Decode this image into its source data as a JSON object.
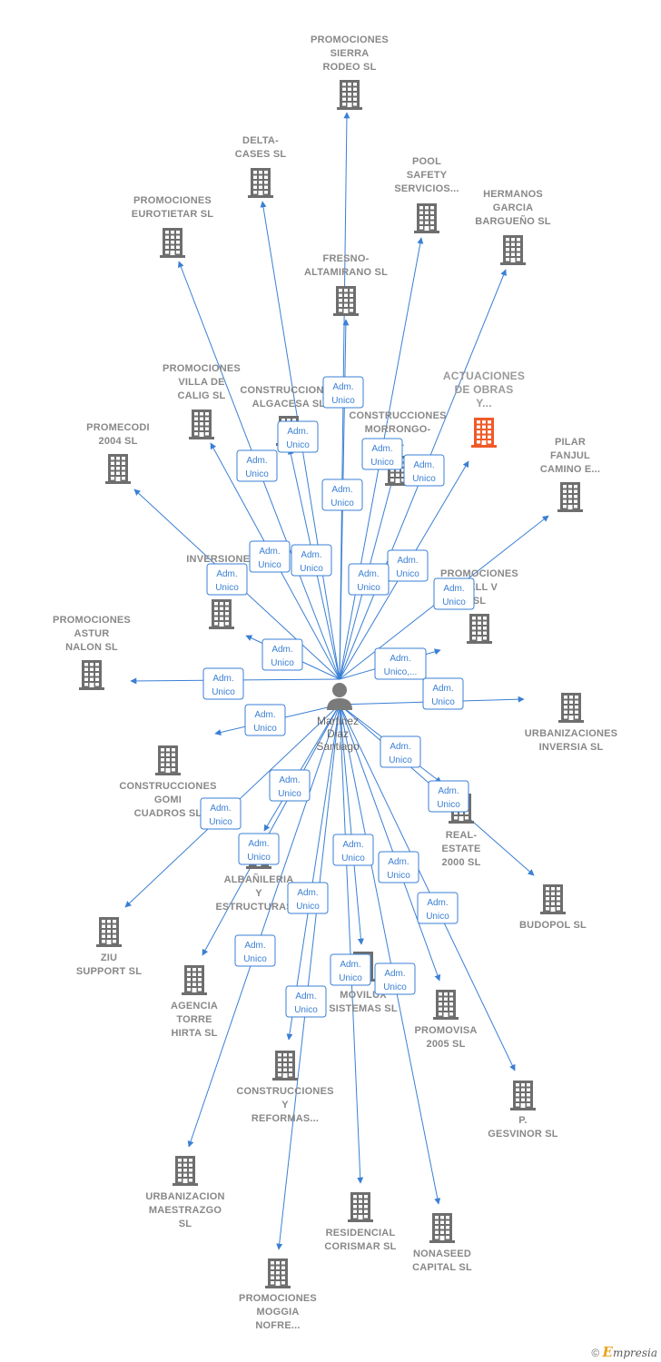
{
  "center_person": {
    "name_lines": [
      "Martinez",
      "Diaz",
      "Santiago"
    ]
  },
  "colors": {
    "edge": "#3a7fd4",
    "building": "#6e6e6e",
    "highlight": "#f05a28"
  },
  "companies": [
    {
      "id": "sierra-rodeo",
      "lines": [
        "PROMOCIONES",
        "SIERRA",
        "RODEO SL"
      ],
      "highlight": false
    },
    {
      "id": "delta-cases",
      "lines": [
        "DELTA-",
        "CASES  SL"
      ],
      "highlight": false
    },
    {
      "id": "pool-safety",
      "lines": [
        "POOL",
        "SAFETY",
        "SERVICIOS..."
      ],
      "highlight": false
    },
    {
      "id": "hermanos-garcia",
      "lines": [
        "HERMANOS",
        "GARCIA",
        "BARGUEÑO  SL"
      ],
      "highlight": false
    },
    {
      "id": "eurotietar",
      "lines": [
        "PROMOCIONES",
        "EUROTIETAR SL"
      ],
      "highlight": false
    },
    {
      "id": "fresno",
      "lines": [
        "FRESNO-",
        "ALTAMIRANO SL"
      ],
      "highlight": false
    },
    {
      "id": "villa-calig",
      "lines": [
        "PROMOCIONES",
        "VILLA DE",
        "CALIG  SL"
      ],
      "highlight": false
    },
    {
      "id": "algacesa",
      "lines": [
        "CONSTRUCCIONES",
        "ALGACESA SL"
      ],
      "highlight": false
    },
    {
      "id": "actuaciones",
      "lines": [
        "ACTUACIONES",
        "DE OBRAS",
        "Y..."
      ],
      "highlight": true
    },
    {
      "id": "morrongo",
      "lines": [
        "CONSTRUCCIONES",
        "MORRONGO-",
        "SL"
      ],
      "highlight": false
    },
    {
      "id": "promecodi",
      "lines": [
        "PROMECODI",
        "2004 SL"
      ],
      "highlight": false
    },
    {
      "id": "pilar-fanjul",
      "lines": [
        "PILAR",
        "FANJUL",
        "CAMINO E..."
      ],
      "highlight": false
    },
    {
      "id": "inversiones",
      "lines": [
        "INVERSIONES",
        "R",
        "MA..."
      ],
      "highlight": false
    },
    {
      "id": "dell-v",
      "lines": [
        "PROMOCIONES",
        "DELL V",
        "SL"
      ],
      "highlight": false
    },
    {
      "id": "astur-nalon",
      "lines": [
        "PROMOCIONES",
        "ASTUR",
        "NALON SL"
      ],
      "highlight": false
    },
    {
      "id": "inversia",
      "lines": [
        "URBANIZACIONES",
        "INVERSIA SL"
      ],
      "highlight": false
    },
    {
      "id": "gomi",
      "lines": [
        "CONSTRUCCIONES",
        "GOMI",
        "CUADROS SL"
      ],
      "highlight": false
    },
    {
      "id": "real-estate",
      "lines": [
        "REAL-",
        "ESTATE",
        "2000 SL"
      ],
      "highlight": false
    },
    {
      "id": "ziu",
      "lines": [
        "ZIU",
        "SUPPORT SL"
      ],
      "highlight": false
    },
    {
      "id": "albanileria",
      "lines": [
        "ALBAÑILERIA",
        "Y",
        "ESTRUCTURAS..."
      ],
      "highlight": false
    },
    {
      "id": "budopol",
      "lines": [
        "BUDOPOL  SL"
      ],
      "highlight": false
    },
    {
      "id": "torre-hirta",
      "lines": [
        "AGENCIA",
        "TORRE",
        "HIRTA  SL"
      ],
      "highlight": false
    },
    {
      "id": "movilux",
      "lines": [
        "MOVILUX",
        "SISTEMAS  SL"
      ],
      "highlight": false
    },
    {
      "id": "promovisa",
      "lines": [
        "PROMOVISA",
        "2005  SL"
      ],
      "highlight": false
    },
    {
      "id": "reformas",
      "lines": [
        "CONSTRUCCIONES",
        "Y",
        "REFORMAS..."
      ],
      "highlight": false
    },
    {
      "id": "gesvinor",
      "lines": [
        "P.",
        "GESVINOR  SL"
      ],
      "highlight": false
    },
    {
      "id": "maestrazgo",
      "lines": [
        "URBANIZACION",
        "MAESTRAZGO",
        "SL"
      ],
      "highlight": false
    },
    {
      "id": "corismar",
      "lines": [
        "RESIDENCIAL",
        "CORISMAR SL"
      ],
      "highlight": false
    },
    {
      "id": "nonaseed",
      "lines": [
        "NONASEED",
        "CAPITAL  SL"
      ],
      "highlight": false
    },
    {
      "id": "moggia",
      "lines": [
        "PROMOCIONES",
        "MOGGIA",
        "NOFRE..."
      ],
      "highlight": false
    }
  ],
  "relations": [
    {
      "to": "sierra-rodeo",
      "role_lines": [
        "Adm.",
        "Unico"
      ]
    },
    {
      "to": "delta-cases",
      "role_lines": [
        "Adm.",
        "Unico"
      ]
    },
    {
      "to": "pool-safety",
      "role_lines": [
        "Adm.",
        "Unico"
      ]
    },
    {
      "to": "hermanos-garcia",
      "role_lines": [
        "Adm.",
        "Unico"
      ]
    },
    {
      "to": "eurotietar",
      "role_lines": [
        "Adm.",
        "Unico"
      ]
    },
    {
      "to": "fresno",
      "role_lines": [
        "Adm.",
        "Unico"
      ]
    },
    {
      "to": "villa-calig",
      "role_lines": [
        "Adm.",
        "Unico"
      ]
    },
    {
      "to": "algacesa",
      "role_lines": [
        "Adm.",
        "Unico"
      ]
    },
    {
      "to": "actuaciones",
      "role_lines": [
        "Adm.",
        "Unico"
      ]
    },
    {
      "to": "morrongo",
      "role_lines": [
        "Adm.",
        "Unico"
      ]
    },
    {
      "to": "promecodi",
      "role_lines": [
        "Adm.",
        "Unico"
      ]
    },
    {
      "to": "pilar-fanjul",
      "role_lines": [
        "Adm.",
        "Unico"
      ]
    },
    {
      "to": "inversiones",
      "role_lines": [
        "Adm.",
        "Unico"
      ]
    },
    {
      "to": "dell-v",
      "role_lines": [
        "Adm.",
        "Unico,..."
      ]
    },
    {
      "to": "astur-nalon",
      "role_lines": [
        "Adm.",
        "Unico"
      ]
    },
    {
      "to": "inversia",
      "role_lines": [
        "Adm.",
        "Unico"
      ]
    },
    {
      "to": "gomi",
      "role_lines": [
        "Adm.",
        "Unico"
      ]
    },
    {
      "to": "real-estate",
      "role_lines": [
        "Adm.",
        "Unico"
      ]
    },
    {
      "to": "ziu",
      "role_lines": [
        "Adm.",
        "Unico"
      ]
    },
    {
      "to": "albanileria",
      "role_lines": [
        "Adm.",
        "Unico"
      ]
    },
    {
      "to": "budopol",
      "role_lines": [
        "Adm.",
        "Unico"
      ]
    },
    {
      "to": "torre-hirta",
      "role_lines": [
        "Adm.",
        "Unico"
      ]
    },
    {
      "to": "movilux",
      "role_lines": [
        "Adm.",
        "Unico"
      ]
    },
    {
      "to": "promovisa",
      "role_lines": [
        "Adm.",
        "Unico"
      ]
    },
    {
      "to": "reformas",
      "role_lines": [
        "Adm.",
        "Unico"
      ]
    },
    {
      "to": "gesvinor",
      "role_lines": [
        "Adm.",
        "Unico"
      ]
    },
    {
      "to": "maestrazgo",
      "role_lines": [
        "Adm.",
        "Unico"
      ]
    },
    {
      "to": "corismar",
      "role_lines": [
        "Adm.",
        "Unico"
      ]
    },
    {
      "to": "nonaseed",
      "role_lines": [
        "Adm.",
        "Unico"
      ]
    },
    {
      "to": "moggia",
      "role_lines": [
        "Adm.",
        "Unico"
      ]
    }
  ],
  "footer": {
    "copyright": "©",
    "brand_first": "E",
    "brand_rest": "mpresia"
  }
}
